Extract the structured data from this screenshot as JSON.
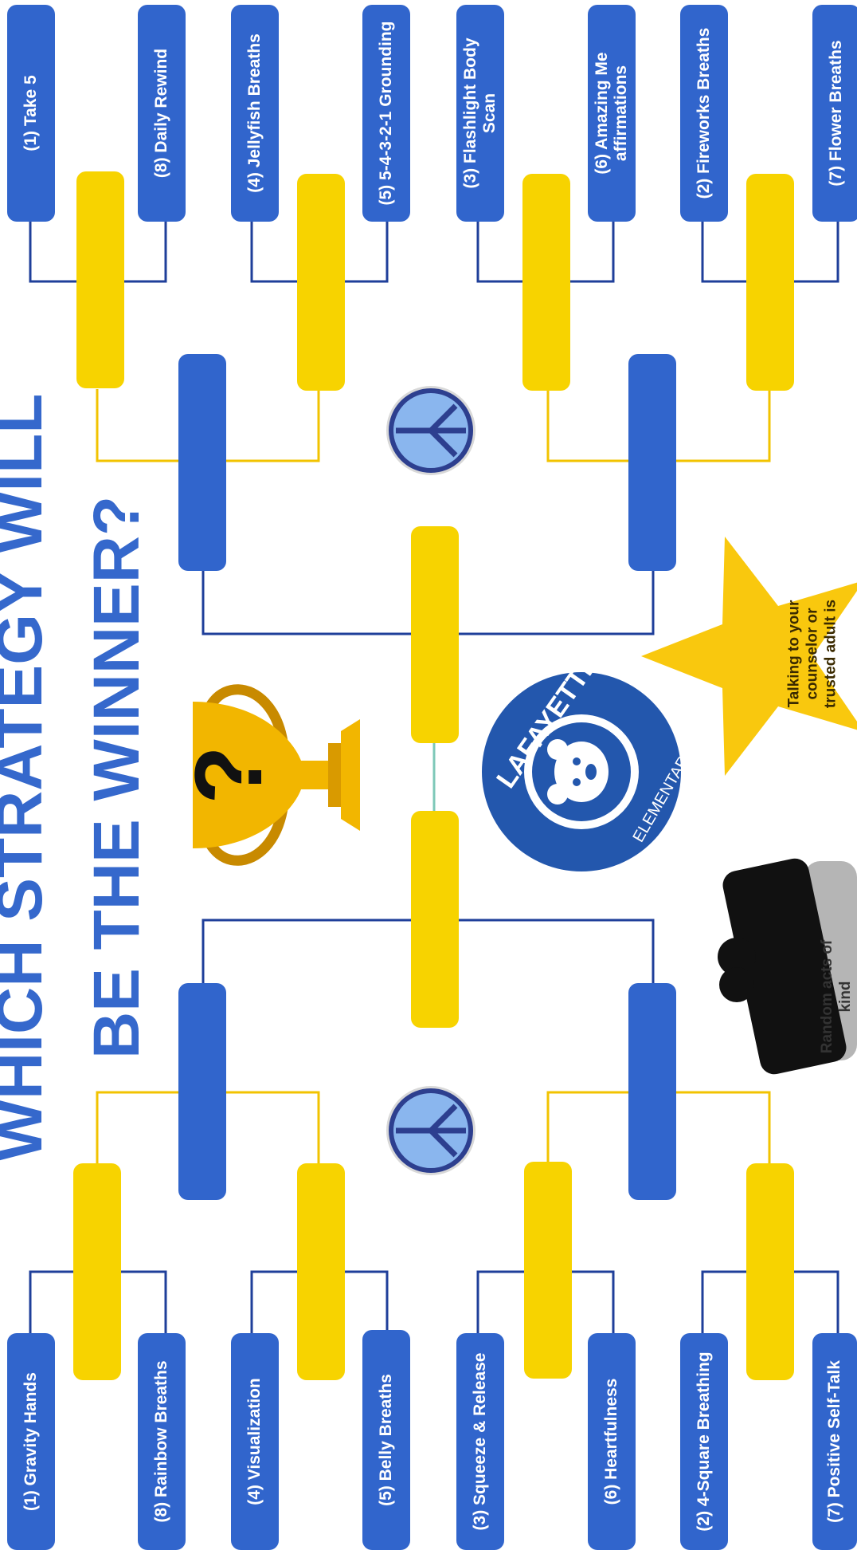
{
  "title": {
    "line1": "WHICH STRATEGY WILL",
    "line2": "BE THE WINNER?"
  },
  "top_bracket": [
    "(1) Take 5",
    "(8) Daily Rewind",
    "(4) Jellyfish Breaths",
    "(5) 5-4-3-2-1 Grounding",
    "(3) Flashlight Body Scan",
    "(6) Amazing Me affirmations",
    "(2) Fireworks Breaths",
    "(7) Flower Breaths"
  ],
  "bottom_bracket": [
    "(1) Gravity Hands",
    "(8) Rainbow Breaths",
    "(4) Visualization",
    "(5) Belly Breaths",
    "(3) Squeeze & Release",
    "(6) Heartfulness",
    "(2) 4-Square Breathing",
    "(7) Positive Self-Talk"
  ],
  "logo": {
    "name": "LAFAYETTE",
    "subtitle": "ELEMENTARY SCHOOL"
  },
  "trophy_mark": "?",
  "star_note": "Talking to your counselor or trusted adult is",
  "side_note": "Random acts of kind",
  "colors": {
    "blue": "#3165cc",
    "yellow": "#f7d300",
    "navy": "#1f3f9a",
    "gold": "#f2c300"
  },
  "icons": [
    "peace-sign-icon",
    "trophy-icon",
    "star-icon",
    "bear-icon",
    "scroll-note-icon"
  ]
}
